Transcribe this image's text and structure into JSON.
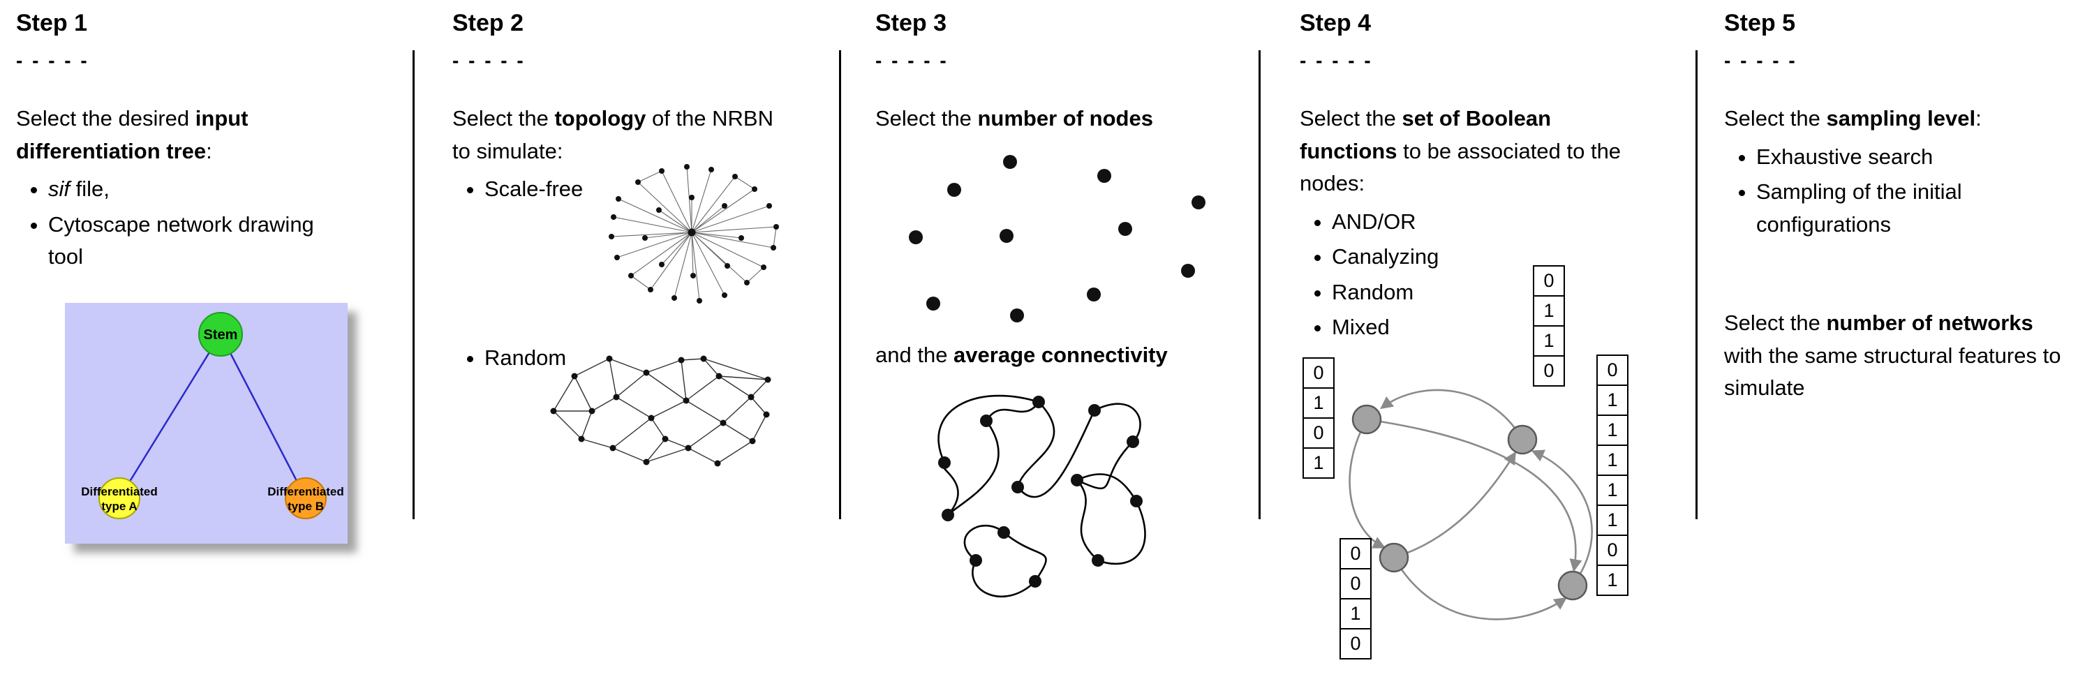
{
  "page": {
    "background": "#ffffff"
  },
  "steps": [
    {
      "title": "Step 1",
      "dashes": "- - - - -",
      "intro": {
        "pre": "Select the desired ",
        "bold": "input differentiation tree",
        "post": ":"
      },
      "bullets": [
        {
          "italic": "sif",
          "text": " file,"
        },
        {
          "italic": "",
          "text": "Cytoscape network drawing tool"
        }
      ],
      "tree": {
        "root_label": "Stem",
        "left_label_line1": "Differentiated",
        "left_label_line2": "type A",
        "right_label_line1": "Differentiated",
        "right_label_line2": "type B",
        "colors": {
          "background": "#c9c9fa",
          "root": "#2ed52e",
          "left": "#ffff3c",
          "right": "#ffa024",
          "edge": "#2a2ac8"
        }
      }
    },
    {
      "title": "Step 2",
      "dashes": "- - - - -",
      "intro": {
        "pre": "Select the ",
        "bold": "topology",
        "post": " of the NRBN to simulate:"
      },
      "bullets": [
        {
          "text": "Scale-free"
        },
        {
          "text": "Random"
        }
      ]
    },
    {
      "title": "Step 3",
      "dashes": "- - - - -",
      "line1": {
        "pre": "Select the ",
        "bold": "number of nodes",
        "post": ""
      },
      "line2": {
        "pre": "and the ",
        "bold": "average connectivity",
        "post": ""
      }
    },
    {
      "title": "Step 4",
      "dashes": "- - - - -",
      "intro": {
        "pre": "Select the ",
        "bold": "set of Boolean functions",
        "post": " to be associated to the nodes:"
      },
      "bullets": [
        {
          "text": "AND/OR"
        },
        {
          "text": "Canalyzing"
        },
        {
          "text": "Random"
        },
        {
          "text": "Mixed"
        }
      ],
      "tables": {
        "left": [
          "0",
          "1",
          "0",
          "1"
        ],
        "top": [
          "0",
          "1",
          "1",
          "0"
        ],
        "bottom": [
          "0",
          "0",
          "1",
          "0"
        ],
        "right": [
          "0",
          "1",
          "1",
          "1",
          "1",
          "1",
          "0",
          "1"
        ]
      }
    },
    {
      "title": "Step 5",
      "dashes": "- - - - -",
      "intro": {
        "pre": "Select the ",
        "bold": "sampling level",
        "post": ":"
      },
      "bullets": [
        {
          "text": "Exhaustive search"
        },
        {
          "text": "Sampling of the initial configurations"
        }
      ],
      "para2": {
        "pre": "Select the ",
        "bold": "number of networks",
        "post": " with the same structural features to simulate"
      }
    }
  ]
}
